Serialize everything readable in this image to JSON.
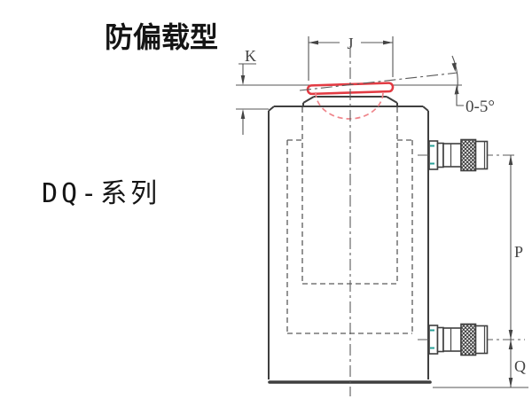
{
  "titles": {
    "type_label": "防偏载型",
    "series_label": "DQ-系列"
  },
  "dims": {
    "j": "J",
    "k": "K",
    "p": "P",
    "q": "Q",
    "angle_range": "0-5°"
  },
  "drawing": {
    "subject": "hydraulic-cylinder-side-view",
    "features": [
      "tilting-saddle",
      "spherical-seat",
      "two-hydraulic-couplers"
    ],
    "colors": {
      "line": "#3f3f3f",
      "dimension": "#555555",
      "saddle_red": "#e23b43",
      "seat_arc_pink": "#ef858b",
      "port_teal": "#2aa198",
      "background": "#ffffff"
    }
  }
}
